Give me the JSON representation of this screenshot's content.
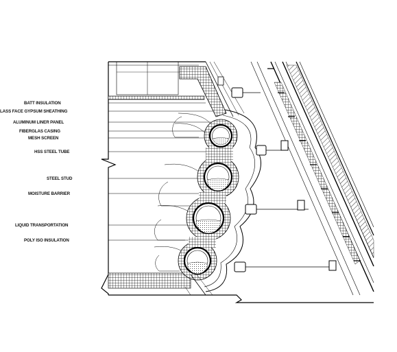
{
  "labels": {
    "batt_insulation": "BATT INSULATION",
    "glass_face_gypsum_sheathing": "LASS FACE GYPSUM SHEATHING",
    "aluminum_liner_panel": "ALUMINUM LINER PANEL",
    "fiberglas_casing": "FIBERGLAS CASING",
    "mesh_screen": "MESH SCREEN",
    "hss_steel_tube": "HSS STEEL TUBE",
    "steel_stud": "STEEL STUD",
    "moisture_barrier": "MOISTURE BARRIER",
    "liquid_transportation": "LIQUID TRANSPORTATION",
    "poly_iso_insulation": "POLY ISO INSULATION"
  }
}
